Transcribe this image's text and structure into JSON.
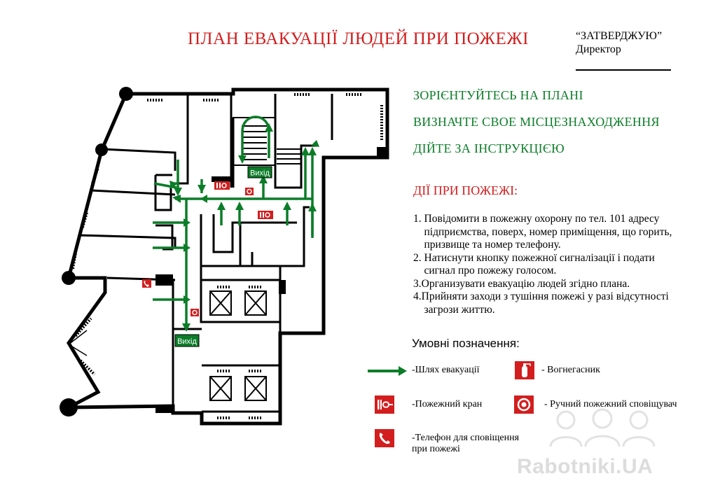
{
  "header": {
    "title": "ПЛАН ЕВАКУАЦІЇ ЛЮДЕЙ ПРИ ПОЖЕЖІ",
    "approve_line1": "“ЗАТВЕРДЖУЮ”",
    "approve_line2": "Директор"
  },
  "guidance": [
    "ЗОРІЄНТУЙТЕСЬ НА ПЛАНІ",
    "ВИЗНАЧТЕ СВОЕ МІСЦЕЗНАХОДЖЕННЯ",
    "ДІЙТЕ ЗА ІНСТРУКЦІЄЮ"
  ],
  "actions": {
    "title": "ДІЇ ПРИ ПОЖЕЖІ:",
    "lines": [
      "1. Повідомити в пожежну охорону по тел. 101 адресу",
      "    підприємства, поверх, номер приміщення, що горить,",
      "    призвище та номер телефону.",
      "2. Натиснути кнопку пожежної сигналізації і подати",
      "    сигнал про пожежу голосом.",
      "3.Организувати евакуацію людей згідно плана.",
      "4.Прийняти заходи з тушіння пожежі у разі відсутності",
      "    загрози життю."
    ]
  },
  "legend": {
    "title": "Умовні позначення:",
    "evac_path": "-Шлях евакуації",
    "extinguisher": "- Вогнегасник",
    "hydrant": "-Пожежний кран",
    "alarm": "- Ручний пожежний сповіщувач",
    "phone_line1": "-Телефон для сповіщення",
    "phone_line2": "при пожежі"
  },
  "plan": {
    "exit_top": "Вихід",
    "exit_bottom": "Вихід"
  },
  "colors": {
    "green": "#0b7d28",
    "red": "#d21e1e",
    "wall": "#000000"
  },
  "watermark": "Rabotniki.UA"
}
